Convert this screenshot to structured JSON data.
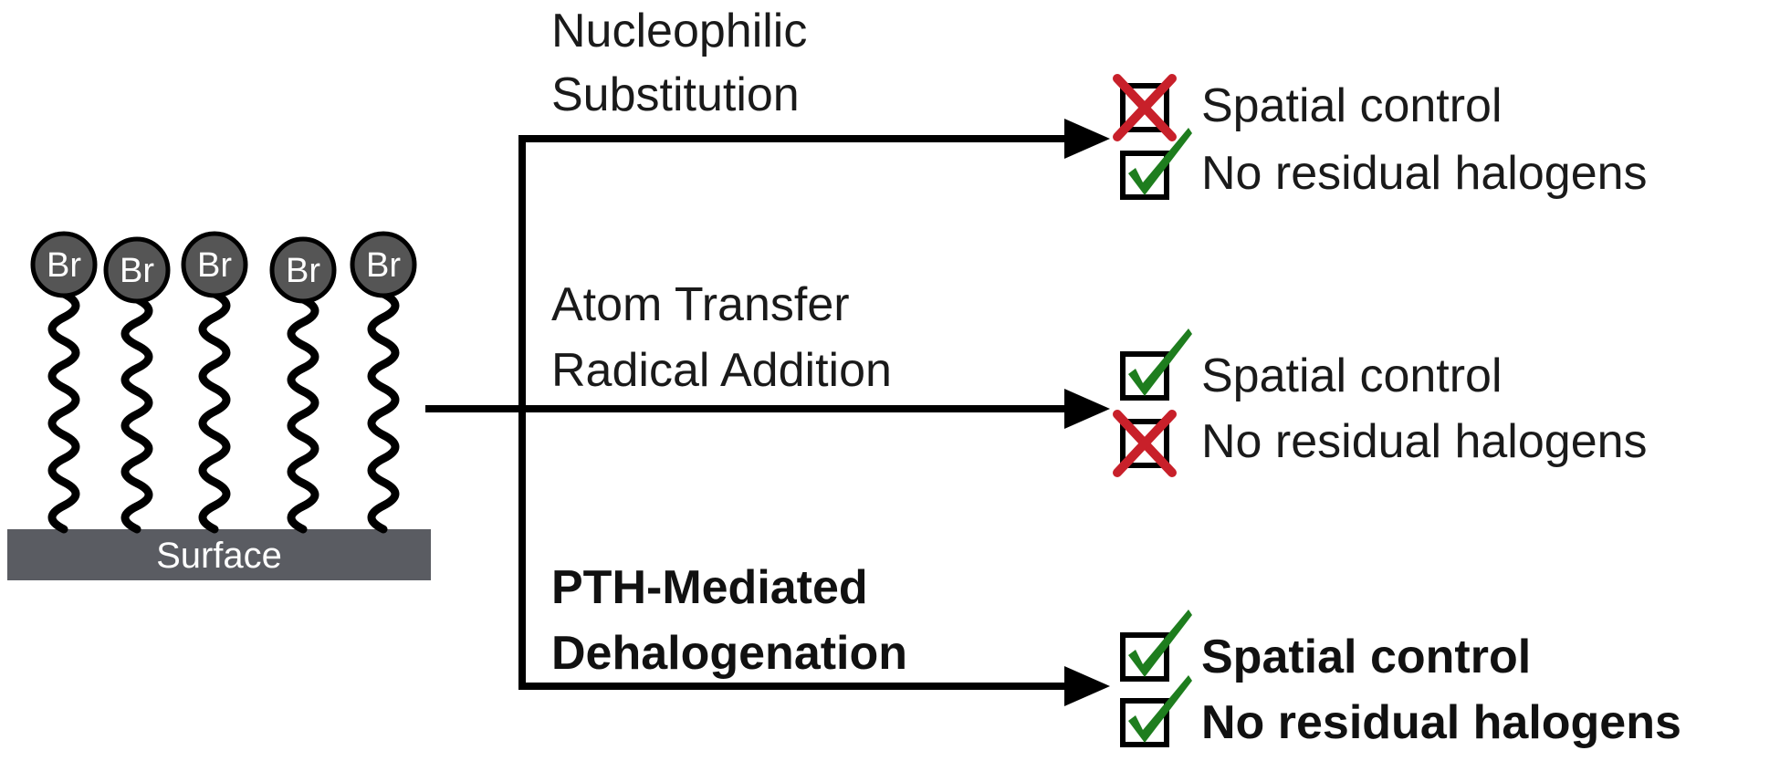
{
  "surface": {
    "label": "Surface",
    "color": "#5a5c62",
    "groups": [
      "Br",
      "Br",
      "Br",
      "Br",
      "Br"
    ],
    "atom_color": "#555555"
  },
  "pathways": [
    {
      "name_line1": "Nucleophilic",
      "name_line2": "Substitution",
      "bold": false,
      "outcomes": [
        {
          "label": "Spatial control",
          "status": "cross"
        },
        {
          "label": "No residual halogens",
          "status": "check"
        }
      ]
    },
    {
      "name_line1": "Atom Transfer",
      "name_line2": "Radical Addition",
      "bold": false,
      "outcomes": [
        {
          "label": "Spatial control",
          "status": "check"
        },
        {
          "label": "No residual halogens",
          "status": "cross"
        }
      ]
    },
    {
      "name_line1": "PTH-Mediated",
      "name_line2": "Dehalogenation",
      "bold": true,
      "outcomes": [
        {
          "label": "Spatial control",
          "status": "check"
        },
        {
          "label": "No residual halogens",
          "status": "check"
        }
      ]
    }
  ],
  "colors": {
    "check": "#1e7d1e",
    "cross": "#c8202a",
    "line": "#000000"
  }
}
